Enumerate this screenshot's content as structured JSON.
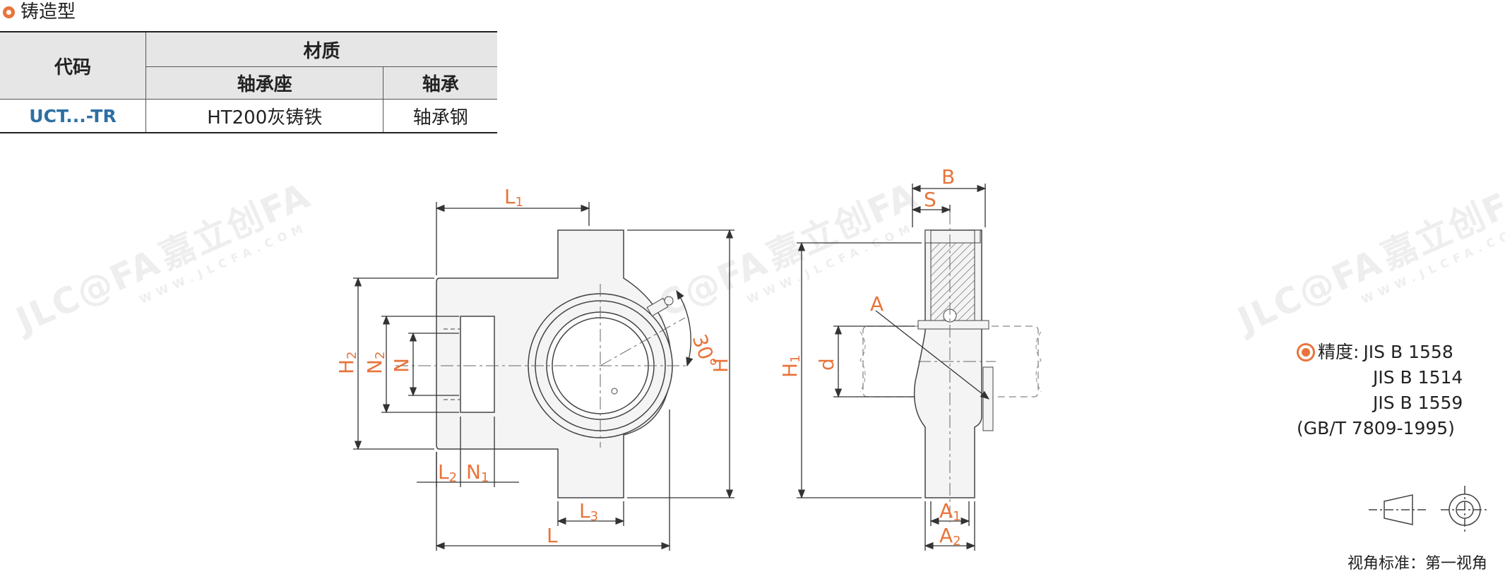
{
  "section_title": "铸造型",
  "material_table": {
    "code_header": "代码",
    "material_header": "材质",
    "housing_header": "轴承座",
    "bearing_header": "轴承",
    "code_value": "UCT...-TR",
    "housing_value": "HT200灰铸铁",
    "bearing_value": "轴承钢"
  },
  "watermark": {
    "brand": "嘉立创FA",
    "logo": "JLC@FA",
    "url": "WWW.JLCFA.COM"
  },
  "dimension_labels": {
    "L1": "L",
    "L1_sub": "1",
    "L": "L",
    "L2": "L",
    "L2_sub": "2",
    "L3": "L",
    "L3_sub": "3",
    "N1": "N",
    "N1_sub": "1",
    "N2": "N",
    "N2_sub": "2",
    "N": "N",
    "H": "H",
    "H1": "H",
    "H1_sub": "1",
    "H2": "H",
    "H2_sub": "2",
    "angle": "30°",
    "B": "B",
    "S": "S",
    "A": "A",
    "d": "d",
    "A1": "A",
    "A1_sub": "1",
    "A2": "A",
    "A2_sub": "2"
  },
  "precision": {
    "label": "精度:",
    "lines": [
      "JIS B 1558",
      "JIS B 1514",
      "JIS B 1559",
      "(GB/T 7809-1995)"
    ]
  },
  "view_standard": "视角标准：第一视角",
  "colors": {
    "accent": "#e8743b",
    "code": "#2d6fa3",
    "header_bg": "#e6e6e6"
  }
}
